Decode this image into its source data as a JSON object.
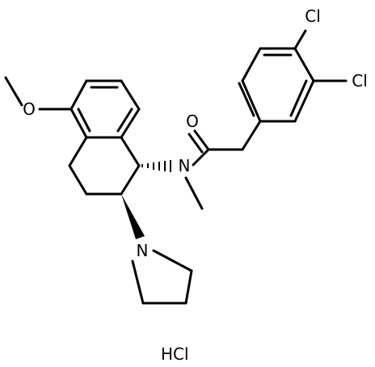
{
  "structure": {
    "atoms": {
      "cl_top": "Cl",
      "cl_right": "Cl",
      "carbonyl_o": "O",
      "methoxy_o": "O",
      "amide_n": "N",
      "pyrrolidine_n": "N"
    },
    "salt": "HCl"
  },
  "colors": {
    "bond": "#000000",
    "background": "#ffffff"
  }
}
